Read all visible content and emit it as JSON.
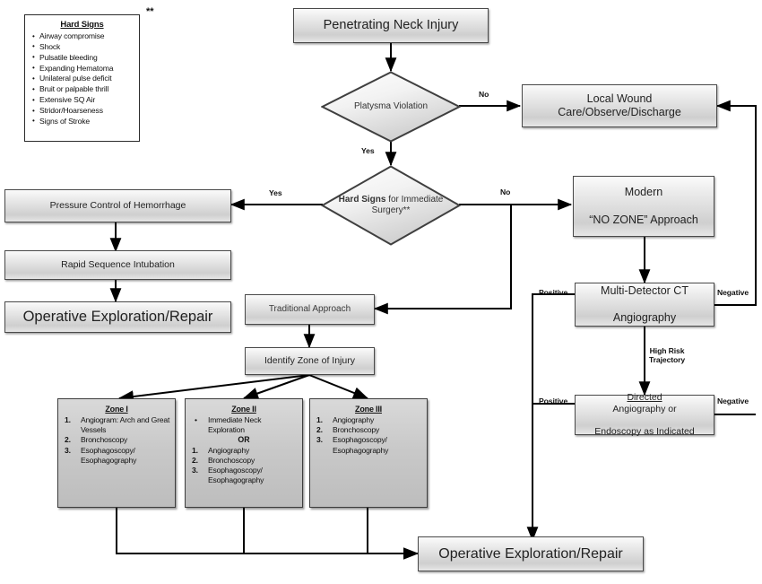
{
  "legend": {
    "title": "Hard Signs",
    "marker": "**",
    "items": [
      "Airway compromise",
      "Shock",
      "Pulsatile bleeding",
      "Expanding Hematoma",
      "Unilateral pulse deficit",
      "Bruit or palpable thrill",
      "Extensive SQ Air",
      "Stridor/Hoarseness",
      "Signs of Stroke"
    ]
  },
  "nodes": {
    "penetrating_neck_injury": "Penetrating Neck Injury",
    "platysma_violation_l1": "Platysma",
    "platysma_violation_l2": "Violation",
    "hard_signs_l1": "Hard Signs",
    "hard_signs_l2": "for Immediate",
    "hard_signs_l3": "Surgery**",
    "local_wound_care": "Local Wound Care/Observe/Discharge",
    "pressure_control": "Pressure Control of Hemorrhage",
    "rapid_sequence_intubation": "Rapid Sequence Intubation",
    "operative_exploration_left": "Operative Exploration/Repair",
    "modern_no_zone_l1": "Modern",
    "modern_no_zone_l2": "“NO ZONE” Approach",
    "mdct_angiography_l1": "Multi-Detector CT",
    "mdct_angiography_l2": "Angiography",
    "directed_angio_l1a": "Directed",
    "directed_angio_l1b": " Angiography or",
    "directed_angio_l2": "Endoscopy as Indicated",
    "traditional_approach": "Traditional Approach",
    "identify_zone": "Identify Zone of Injury",
    "operative_exploration_bottom": "Operative Exploration/Repair"
  },
  "edge_labels": {
    "platysma_no": "No",
    "platysma_yes": "Yes",
    "hard_signs_yes": "Yes",
    "hard_signs_no": "No",
    "ct_positive": "Positive",
    "ct_negative": "Negative",
    "high_risk_l1": "High Risk",
    "high_risk_l2": "Trajectory",
    "directed_positive": "Positive",
    "directed_negative": "Negative"
  },
  "zones": [
    {
      "title": "Zone I",
      "items": [
        {
          "mark": "1.",
          "text": "Angiogram: Arch and Great Vessels"
        },
        {
          "mark": "2.",
          "text": "Bronchoscopy"
        },
        {
          "mark": "3.",
          "text": "Esophagoscopy/ Esophagography"
        }
      ]
    },
    {
      "title": "Zone II",
      "bullet": {
        "mark": "•",
        "text": "Immediate Neck Exploration"
      },
      "or": "OR",
      "items": [
        {
          "mark": "1.",
          "text": "Angiography"
        },
        {
          "mark": "2.",
          "text": "Bronchoscopy"
        },
        {
          "mark": "3.",
          "text": "Esophagoscopy/ Esophagography"
        }
      ]
    },
    {
      "title": "Zone III",
      "items": [
        {
          "mark": "1.",
          "text": "Angiography"
        },
        {
          "mark": "2.",
          "text": "Bronchoscopy"
        },
        {
          "mark": "3.",
          "text": "Esophagoscopy/ Esophagography"
        }
      ]
    }
  ],
  "colors": {
    "box_border": "#4a4a4a",
    "zone_fill": "#c9c9c9",
    "arrow": "#000000",
    "background": "#ffffff"
  }
}
